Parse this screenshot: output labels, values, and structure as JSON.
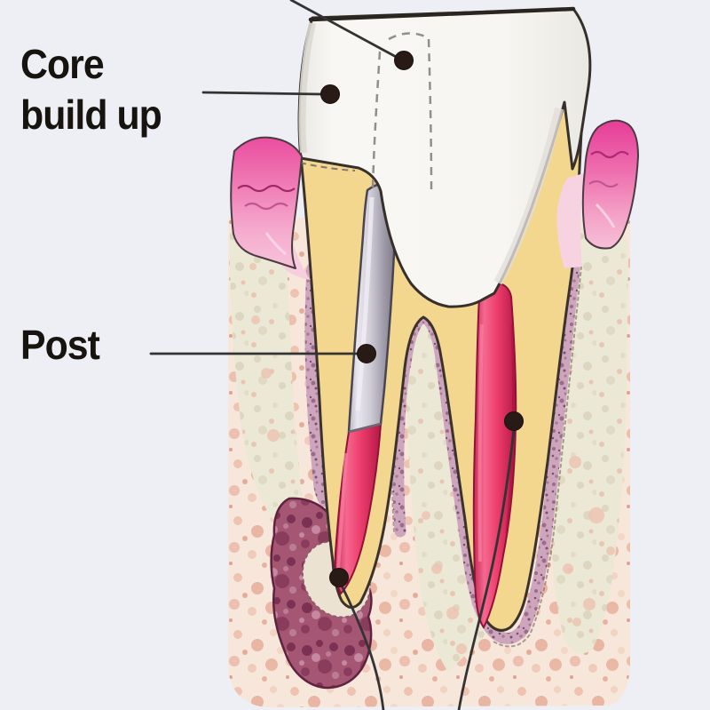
{
  "figure": {
    "type": "dental-cross-section-illustration",
    "description": "Cross-section of a molar tooth restored with a root canal filling, metal post and core build up, shown within gum and jaw bone with a dark periapical lesion at the left root tip",
    "background_color": "#edeff4"
  },
  "annotations": {
    "core_build_up": {
      "label": "Core build up"
    },
    "post": {
      "label": "Post"
    }
  },
  "markers": [
    "crown-top-dot",
    "core-build-up-dot",
    "post-dot",
    "root-filling-dot",
    "root-apex-dot"
  ],
  "palette": {
    "background": "#edeff4",
    "crown_white": "#f7f6f2",
    "dentin_yellow": "#f3d78f",
    "gum_pink": "#ee5ba6",
    "gum_light_pink": "#f6bcd4",
    "bone_base": "#f6e7da",
    "bone_speckle": "#e9b6a3",
    "socket_bone": "#ebe8d5",
    "ligament": "#cda6be",
    "root_filling_red": "#e63a68",
    "post_silver": "#b5b1bd",
    "lesion_maroon": "#a55672",
    "leader_line": "#333333",
    "dot": "#281a14",
    "text": "#17130f"
  }
}
